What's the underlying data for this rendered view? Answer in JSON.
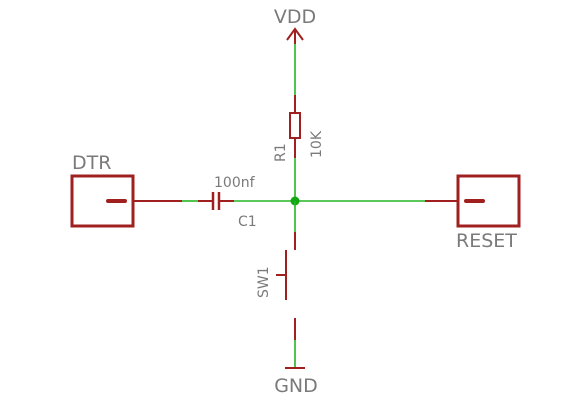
{
  "colors": {
    "wire": "#23b523",
    "component": "#a02020",
    "junction": "#13a813",
    "label": "#7a7a7a"
  },
  "nets": {
    "vdd_label": "VDD",
    "gnd_label": "GND"
  },
  "connectors": {
    "dtr_label": "DTR",
    "reset_label": "RESET"
  },
  "resistor": {
    "ref": "R1",
    "value": "10K"
  },
  "capacitor": {
    "ref": "C1",
    "value": "100nf"
  },
  "switch": {
    "ref": "SW1"
  }
}
